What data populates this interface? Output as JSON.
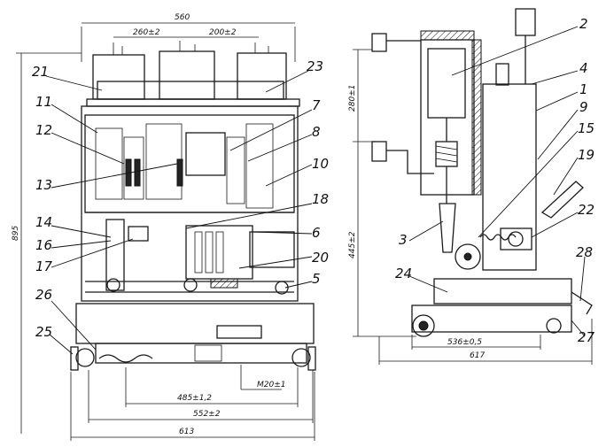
{
  "front_view": {
    "dimensions": {
      "top_width": "560",
      "pitch_1": "260±2",
      "pitch_2": "200±2",
      "height": "895",
      "bottom_1": "485±1,2",
      "bottom_2": "552±2",
      "bottom_3": "613",
      "bolt": "M20±1"
    },
    "callouts": [
      "21",
      "11",
      "12",
      "13",
      "14",
      "16",
      "17",
      "26",
      "25",
      "23",
      "7",
      "8",
      "10",
      "18",
      "6",
      "20",
      "5"
    ]
  },
  "side_view": {
    "dimensions": {
      "upper_height": "280±1",
      "lower_height": "445±2",
      "bottom_1": "536±0,5",
      "bottom_2": "617"
    },
    "callouts": [
      "2",
      "4",
      "1",
      "9",
      "15",
      "19",
      "22",
      "3",
      "24",
      "28",
      "27"
    ]
  }
}
